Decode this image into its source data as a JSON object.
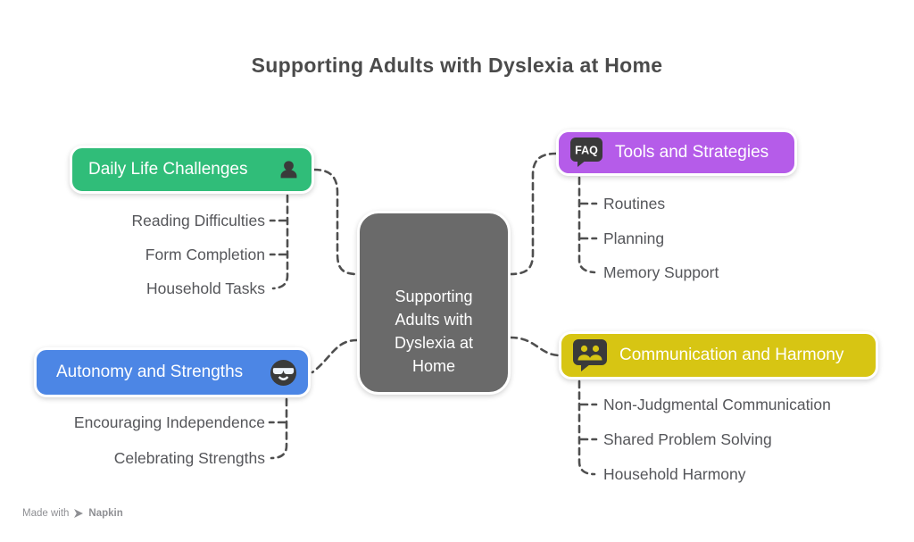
{
  "title": "Supporting Adults with Dyslexia at Home",
  "center": {
    "label": "Supporting Adults with Dyslexia at Home",
    "lines": [
      "Supporting",
      "Adults with",
      "Dyslexia at",
      "Home"
    ]
  },
  "branches": [
    {
      "label": "Daily Life Challenges",
      "color": "#30bd79",
      "icon": "person-icon",
      "children": [
        "Reading Difficulties",
        "Form Completion",
        "Household Tasks"
      ]
    },
    {
      "label": "Autonomy and Strengths",
      "color": "#4c86e5",
      "icon": "cool-face-icon",
      "children": [
        "Encouraging Independence",
        "Celebrating Strengths"
      ]
    },
    {
      "label": "Tools and Strategies",
      "color": "#b55ce9",
      "icon": "faq-icon",
      "icon_text": "FAQ",
      "children": [
        "Routines",
        "Planning",
        "Memory Support"
      ]
    },
    {
      "label": "Communication and Harmony",
      "color": "#d7c513",
      "icon": "people-icon",
      "children": [
        "Non-Judgmental Communication",
        "Shared Problem Solving",
        "Household Harmony"
      ]
    }
  ],
  "watermark": {
    "made_with": "Made with",
    "brand": "Napkin"
  },
  "colors": {
    "center_node": "#6a6a6a",
    "connector": "#4f4f4f",
    "title_text": "#4b4b4b",
    "child_text": "#55565a",
    "icon_dark": "#3a3a3a",
    "background": "#ffffff"
  }
}
